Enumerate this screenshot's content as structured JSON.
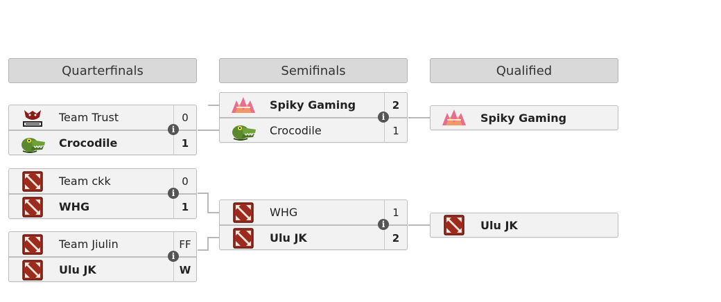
{
  "headers": {
    "quarterfinals": "Quarterfinals",
    "semifinals": "Semifinals",
    "qualified": "Qualified"
  },
  "quarterfinals": [
    {
      "team1": {
        "name": "Team Trust",
        "score": "0",
        "logo": "team-trust-logo"
      },
      "team2": {
        "name": "Crocodile",
        "score": "1",
        "logo": "crocodile-logo"
      }
    },
    {
      "team1": {
        "name": "Team ckk",
        "score": "0",
        "logo": "dota-logo"
      },
      "team2": {
        "name": "WHG",
        "score": "1",
        "logo": "dota-logo"
      }
    },
    {
      "team1": {
        "name": "Team Jiulin",
        "score": "FF",
        "logo": "dota-logo"
      },
      "team2": {
        "name": "Ulu JK",
        "score": "W",
        "logo": "dota-logo"
      }
    }
  ],
  "semifinals": [
    {
      "team1": {
        "name": "Spiky Gaming",
        "score": "2",
        "logo": "spiky-gaming-logo"
      },
      "team2": {
        "name": "Crocodile",
        "score": "1",
        "logo": "crocodile-logo"
      }
    },
    {
      "team1": {
        "name": "WHG",
        "score": "1",
        "logo": "dota-logo"
      },
      "team2": {
        "name": "Ulu JK",
        "score": "2",
        "logo": "dota-logo"
      }
    }
  ],
  "qualified": [
    {
      "name": "Spiky Gaming",
      "logo": "spiky-gaming-logo"
    },
    {
      "name": "Ulu JK",
      "logo": "dota-logo"
    }
  ],
  "info_icon_glyph": "i",
  "colors": {
    "dota_red": "#9c2b1e",
    "spiky_pink": "#e8567a",
    "croc_green": "#5b8a2e"
  }
}
